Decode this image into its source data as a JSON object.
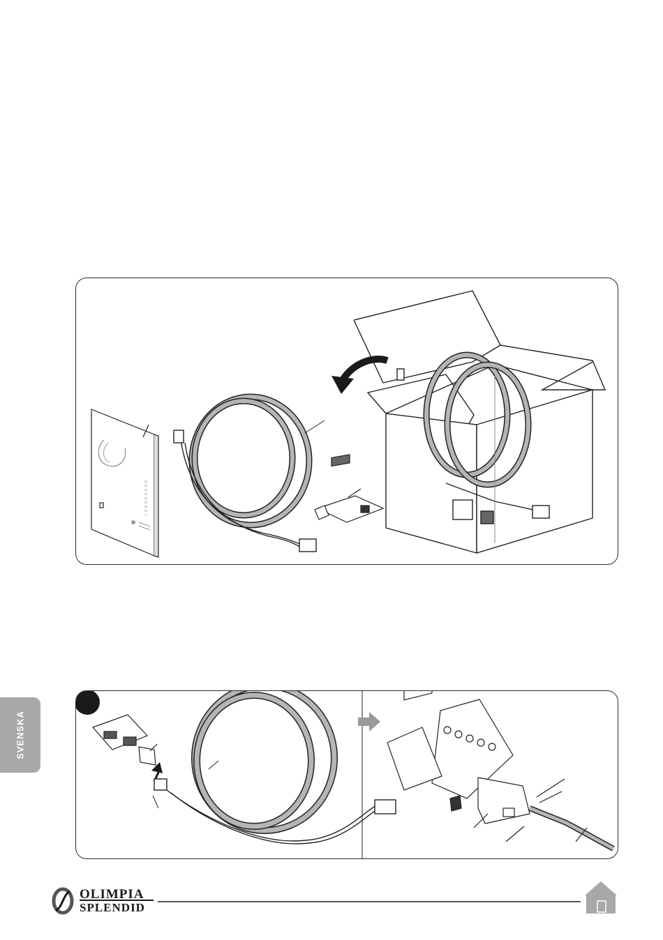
{
  "side_tab": {
    "language": "SVENSKA"
  },
  "brand": {
    "line1": "OLIMPIA",
    "line2": "SPLENDID"
  },
  "colors": {
    "tab_gray": "#a8a8a8",
    "line_gray": "#555555",
    "cable_gray": "#b5b5b5",
    "arrow_gray": "#9a9a9a"
  },
  "icons": {
    "home": "home-icon",
    "rotate_arrow": "curved-arrow-icon",
    "insert_arrow": "up-arrow-icon",
    "next_step": "right-arrow-icon"
  }
}
